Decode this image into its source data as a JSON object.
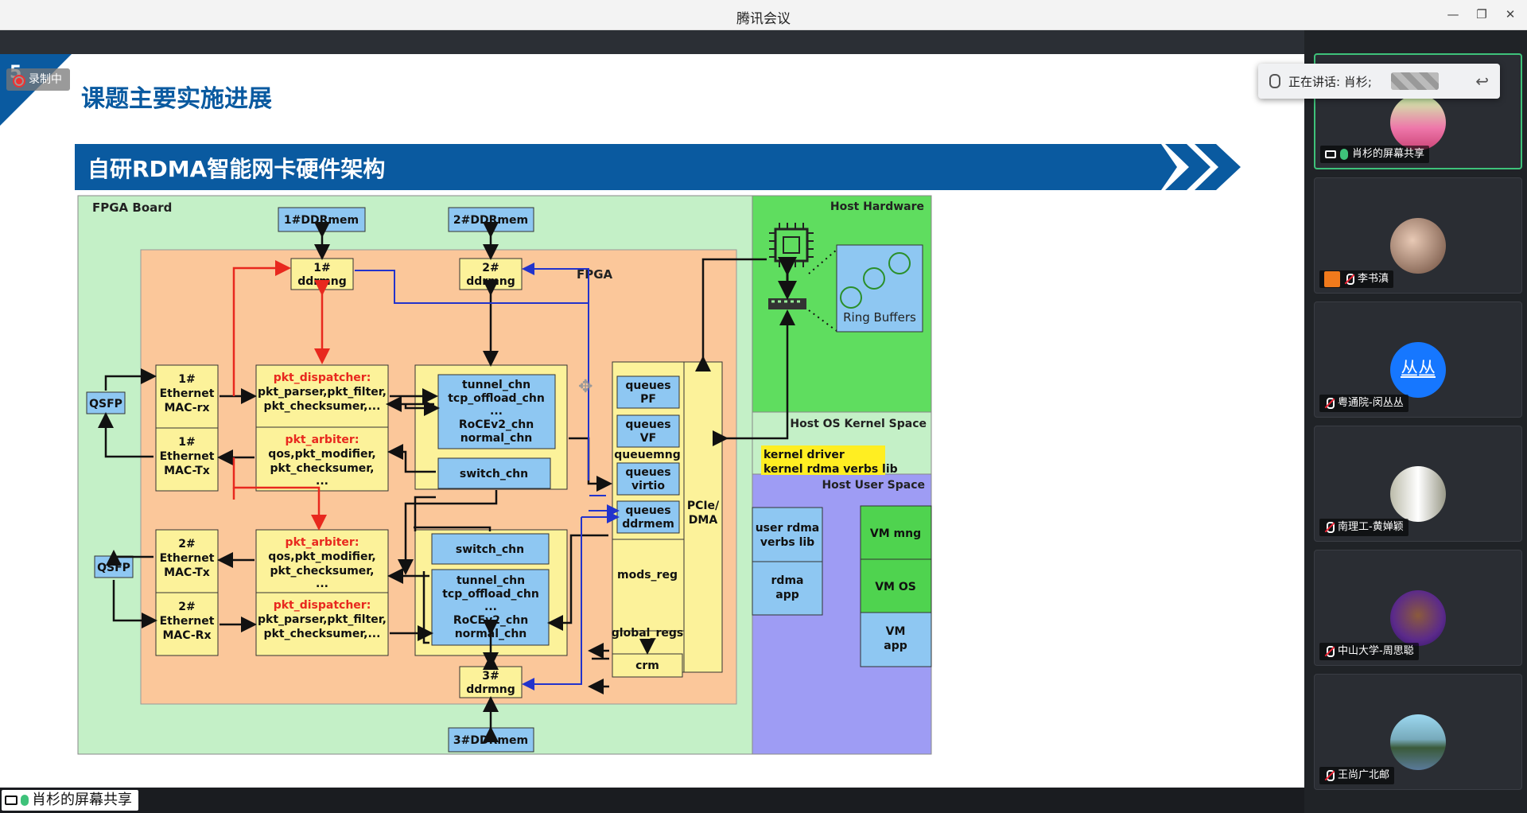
{
  "window": {
    "title": "腾讯会议"
  },
  "recording": {
    "label": "录制中"
  },
  "speaker_popup": {
    "label": "正在讲话: 肖杉;"
  },
  "share_badge": {
    "label": "肖杉的屏幕共享"
  },
  "participants": [
    {
      "name": "肖杉的屏幕共享",
      "mic": "on",
      "active": true
    },
    {
      "name": "李书滇",
      "mic": "off"
    },
    {
      "name": "粤通院-闵丛丛",
      "mic": "off",
      "avatar_text": "丛丛"
    },
    {
      "name": "南理工-黄婵颖",
      "mic": "off"
    },
    {
      "name": "中山大学-周思聪",
      "mic": "off"
    },
    {
      "name": "王尚广北邮",
      "mic": "off"
    }
  ],
  "slide": {
    "page_number": "5",
    "heading": "课题主要实施进展",
    "banner": "自研RDMA智能网卡硬件架构",
    "diagram": {
      "fpga_board": "FPGA Board",
      "fpga": "FPGA",
      "host_hardware": "Host Hardware",
      "host_kernel": "Host OS Kernel Space",
      "host_user": "Host User Space",
      "ddr1": "1#DDRmem",
      "ddr2": "2#DDRmem",
      "ddr3": "3#DDRmem",
      "ddrmng1": [
        "1#",
        "ddrmng"
      ],
      "ddrmng2": [
        "2#",
        "ddrmng"
      ],
      "ddrmng3": [
        "3#",
        "ddrmng"
      ],
      "qsfp": "QSFP",
      "mac1rx": [
        "1#",
        "Ethernet",
        "MAC-rx"
      ],
      "mac1tx": [
        "1#",
        "Ethernet",
        "MAC-Tx"
      ],
      "mac2tx": [
        "2#",
        "Ethernet",
        "MAC-Tx"
      ],
      "mac2rx": [
        "2#",
        "Ethernet",
        "MAC-Rx"
      ],
      "disp1_title": "pkt_dispatcher:",
      "disp1": [
        "pkt_parser,pkt_filter,",
        "pkt_checksumer,..."
      ],
      "arb1_title": "pkt_arbiter:",
      "arb1": [
        "qos,pkt_modifier,",
        "pkt_checksumer,",
        "..."
      ],
      "arb2_title": "pkt_arbiter:",
      "arb2": [
        "qos,pkt_modifier,",
        "pkt_checksumer,",
        "..."
      ],
      "disp2_title": "pkt_dispatcher:",
      "disp2": [
        "pkt_parser,pkt_filter,",
        "pkt_checksumer,..."
      ],
      "tunnel": [
        "tunnel_chn",
        "tcp_offload_chn",
        "...",
        "RoCEv2_chn",
        "normal_chn"
      ],
      "switch": "switch_chn",
      "q_pf": [
        "queues",
        "PF"
      ],
      "q_vf": [
        "queues",
        "VF"
      ],
      "queuemng": "queuemng",
      "q_virtio": [
        "queues",
        "virtio"
      ],
      "q_ddr": [
        "queues",
        "ddrmem"
      ],
      "pcie": [
        "PCIe/",
        "DMA"
      ],
      "mods_reg": "mods_reg",
      "global_regs": "global_regs",
      "crm": "crm",
      "ring": "Ring Buffers",
      "kernel": [
        "kernel driver",
        "kernel rdma verbs lib"
      ],
      "user_rdma": [
        "user rdma",
        "verbs lib"
      ],
      "rdma_app": [
        "rdma",
        "app"
      ],
      "vm_mng": "VM mng",
      "vm_os": "VM OS",
      "vm_app": [
        "VM",
        "app"
      ]
    }
  },
  "colors": {
    "banner": "#0a5aa0",
    "board": "#c4f0c7",
    "fpga": "#fbc79a",
    "box": "#fcf29a",
    "chn": "#8ec7f2",
    "host_hw": "#5fdd5f",
    "kernel": "#c4f0c7",
    "user": "#9e9cf4",
    "vm": "#4fd34f"
  }
}
